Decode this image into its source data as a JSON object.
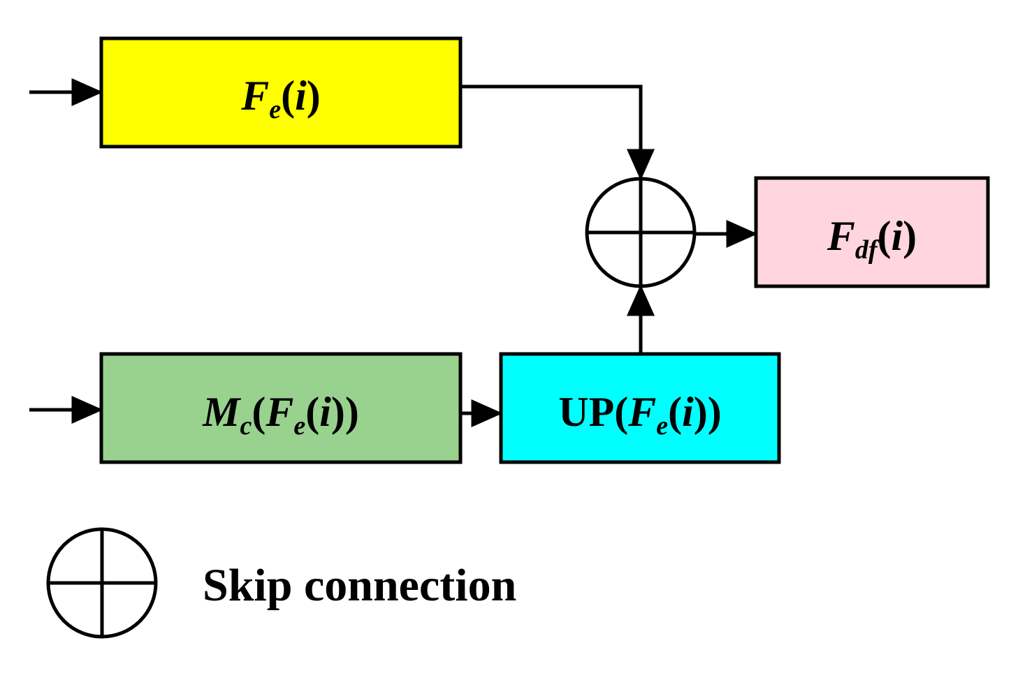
{
  "blocks": {
    "fe": {
      "fill": "#FFFF00",
      "sym": "F",
      "sub": "e",
      "arg": "i"
    },
    "mc": {
      "fill": "#99D18F",
      "sym": "M",
      "sub": "c",
      "inner_sym": "F",
      "inner_sub": "e",
      "arg": "i"
    },
    "up": {
      "fill": "#00FFFF",
      "prefix": "UP",
      "sym": "F",
      "sub": "e",
      "arg": "i"
    },
    "fdf": {
      "fill": "#FFD5DF",
      "sym": "F",
      "sub": "df",
      "arg": "i"
    }
  },
  "legend": {
    "symbol_icon": "circle-plus-icon",
    "text": "Skip connection"
  },
  "colors": {
    "stroke": "#000000",
    "background": "#FFFFFF"
  }
}
